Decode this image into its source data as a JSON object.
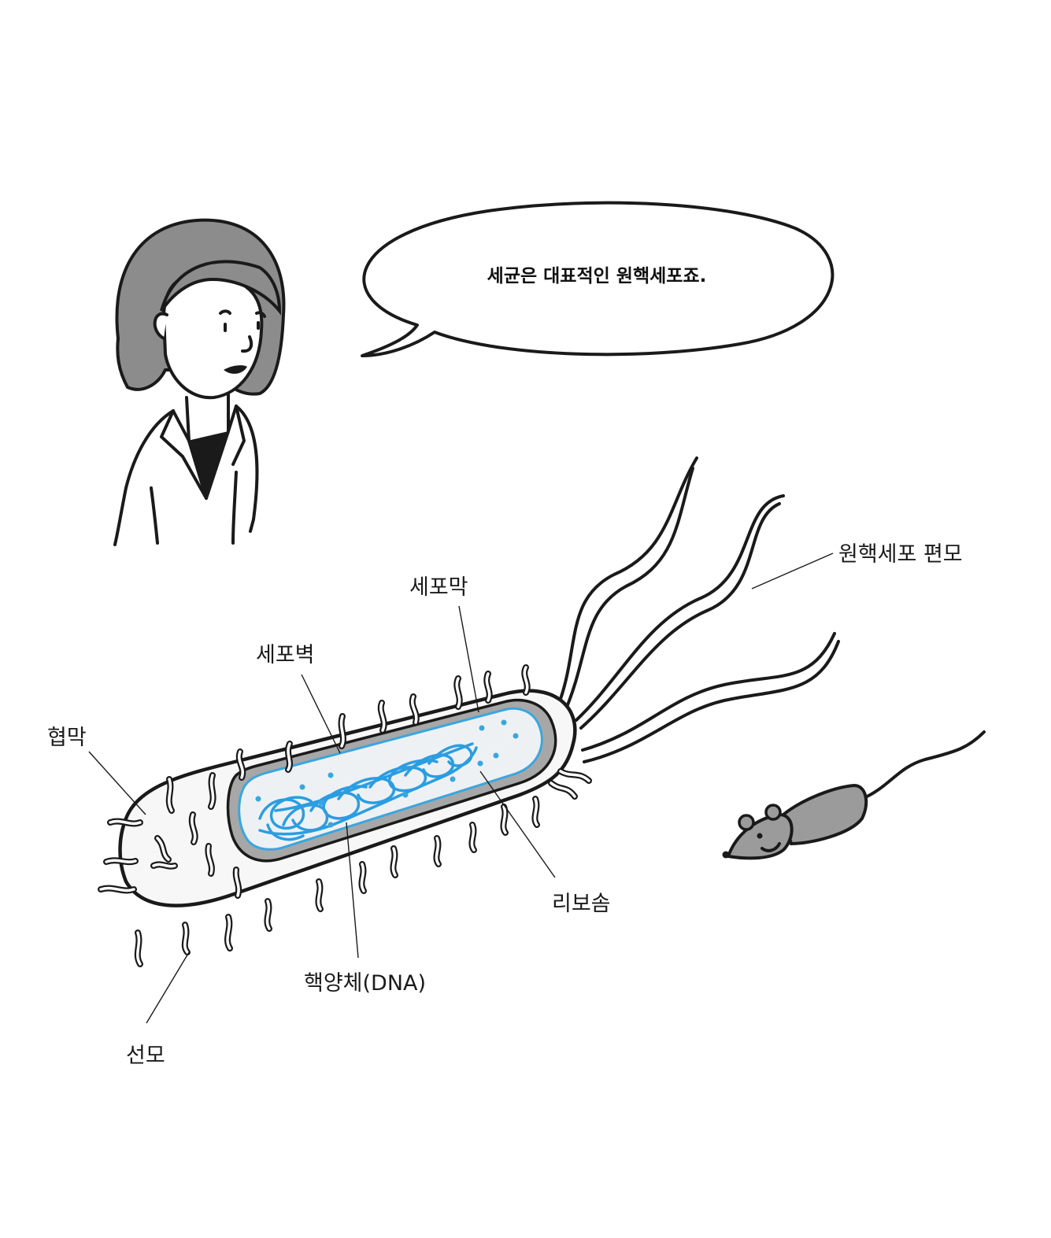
{
  "speech": {
    "text": "세균은 대표적인 원핵세포죠."
  },
  "labels": {
    "flagellum": "원핵세포 편모",
    "cell_membrane": "세포막",
    "cell_wall": "세포벽",
    "capsule": "협막",
    "ribosome": "리보솜",
    "nucleoid": "핵양체(DNA)",
    "pilus": "선모"
  },
  "colors": {
    "ink": "#1a1a1a",
    "hair_gray": "#8c8c8c",
    "wall_gray": "#a7a7a7",
    "membrane_blue": "#3aa6e0",
    "dna_blue": "#2b9de2",
    "cytoplasm": "#eef1f3",
    "mouse_gray": "#9b9b9b"
  }
}
